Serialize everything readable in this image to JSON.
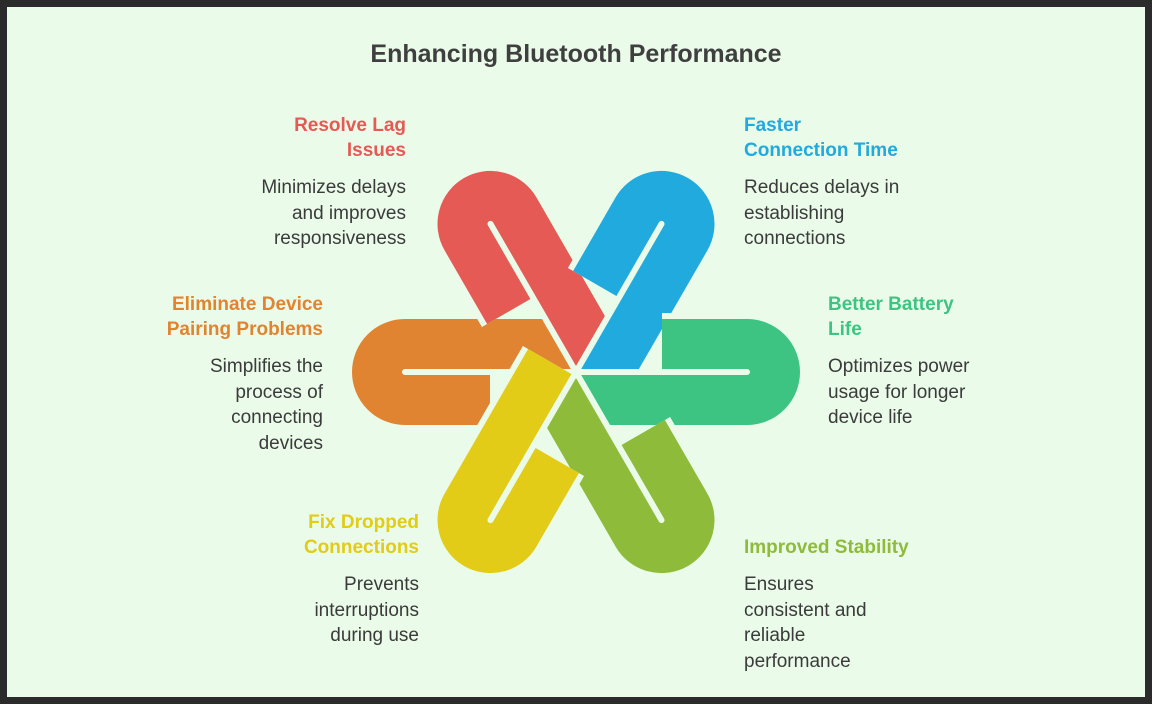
{
  "title": "Enhancing Bluetooth Performance",
  "colors": {
    "red": "#e55a55",
    "blue": "#21aadd",
    "green": "#3ec482",
    "lime": "#8fbb3b",
    "yellow": "#e2cc18",
    "orange": "#e18431",
    "background": "#eafbe9"
  },
  "items": [
    {
      "key": "lag",
      "title_lines": [
        "Resolve Lag",
        "Issues"
      ],
      "desc_lines": [
        "Minimizes delays",
        "and improves",
        "responsiveness"
      ],
      "color": "#e55a55"
    },
    {
      "key": "connection",
      "title_lines": [
        "Faster",
        "Connection Time"
      ],
      "desc_lines": [
        "Reduces delays in",
        "establishing",
        "connections"
      ],
      "color": "#21aadd"
    },
    {
      "key": "pairing",
      "title_lines": [
        "Eliminate Device",
        "Pairing Problems"
      ],
      "desc_lines": [
        "Simplifies the",
        "process of",
        "connecting",
        "devices"
      ],
      "color": "#e18431"
    },
    {
      "key": "battery",
      "title_lines": [
        "Better Battery",
        "Life"
      ],
      "desc_lines": [
        "Optimizes power",
        "usage for longer",
        "device life"
      ],
      "color": "#3ec482"
    },
    {
      "key": "dropped",
      "title_lines": [
        "Fix Dropped",
        "Connections"
      ],
      "desc_lines": [
        "Prevents",
        "interruptions",
        "during use"
      ],
      "color": "#e2cc18"
    },
    {
      "key": "stability",
      "title_lines": [
        "Improved Stability"
      ],
      "desc_lines": [
        "Ensures",
        "consistent and",
        "reliable",
        "performance"
      ],
      "color": "#8fbb3b"
    }
  ]
}
